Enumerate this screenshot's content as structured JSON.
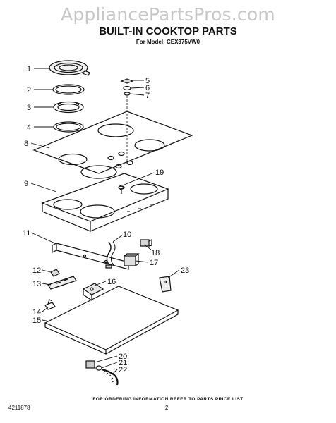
{
  "header": {
    "watermark": "AppliancePartsPros.com",
    "title": "BUILT-IN COOKTOP PARTS",
    "model": "For Model: CEX375VW0"
  },
  "callouts": [
    {
      "n": "1"
    },
    {
      "n": "2"
    },
    {
      "n": "3"
    },
    {
      "n": "4"
    },
    {
      "n": "5"
    },
    {
      "n": "6"
    },
    {
      "n": "7"
    },
    {
      "n": "8"
    },
    {
      "n": "9"
    },
    {
      "n": "10"
    },
    {
      "n": "11"
    },
    {
      "n": "12"
    },
    {
      "n": "13"
    },
    {
      "n": "14"
    },
    {
      "n": "15"
    },
    {
      "n": "16"
    },
    {
      "n": "17"
    },
    {
      "n": "18"
    },
    {
      "n": "19"
    },
    {
      "n": "20"
    },
    {
      "n": "21"
    },
    {
      "n": "22"
    },
    {
      "n": "23"
    }
  ],
  "footer": {
    "note": "FOR ORDERING INFORMATION REFER TO PARTS PRICE LIST",
    "part_number": "4211878",
    "page": "2"
  }
}
